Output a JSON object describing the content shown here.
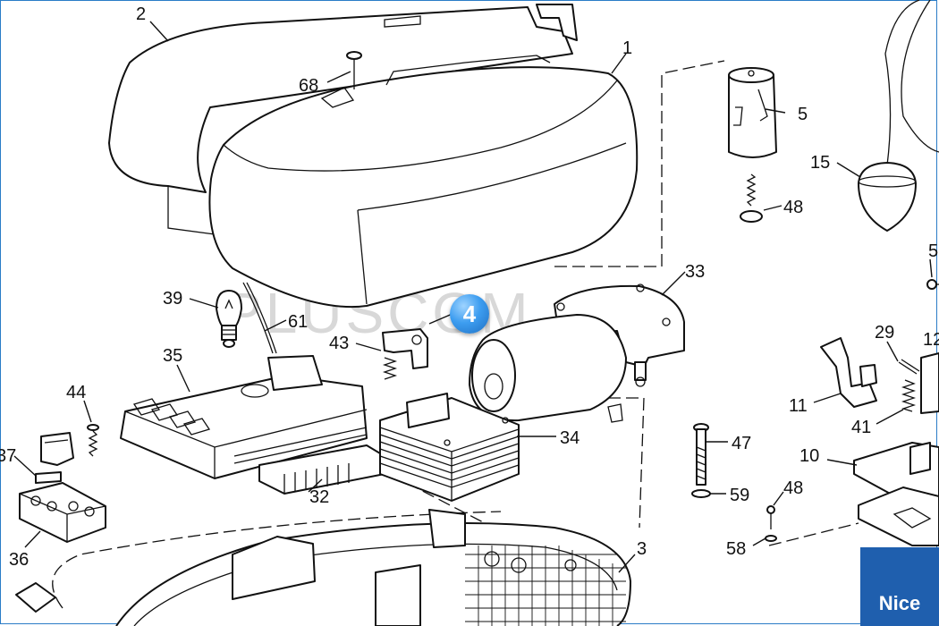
{
  "badge": {
    "text": "4",
    "color": "#3d9df0"
  },
  "brand": {
    "text": "Nice",
    "color": "#1f5fae"
  },
  "watermark": {
    "text": "PLUSCOM"
  },
  "frame_color": "#2a7cc7",
  "callouts": [
    {
      "id": "c2",
      "text": "2"
    },
    {
      "id": "c1",
      "text": "1"
    },
    {
      "id": "c68a",
      "text": "68"
    },
    {
      "id": "c5",
      "text": "5"
    },
    {
      "id": "c48a",
      "text": "48"
    },
    {
      "id": "c15",
      "text": "15"
    },
    {
      "id": "c5b",
      "text": "5"
    },
    {
      "id": "c39",
      "text": "39"
    },
    {
      "id": "c61",
      "text": "61"
    },
    {
      "id": "c43",
      "text": "43"
    },
    {
      "id": "c33",
      "text": "33"
    },
    {
      "id": "c35",
      "text": "35"
    },
    {
      "id": "c44",
      "text": "44"
    },
    {
      "id": "c37",
      "text": "37"
    },
    {
      "id": "c34",
      "text": "34"
    },
    {
      "id": "c32",
      "text": "32"
    },
    {
      "id": "c36",
      "text": "36"
    },
    {
      "id": "c47",
      "text": "47"
    },
    {
      "id": "c59",
      "text": "59"
    },
    {
      "id": "c48b",
      "text": "48"
    },
    {
      "id": "c58",
      "text": "58"
    },
    {
      "id": "c3",
      "text": "3"
    },
    {
      "id": "c29",
      "text": "29"
    },
    {
      "id": "c12",
      "text": "12"
    },
    {
      "id": "c11",
      "text": "11"
    },
    {
      "id": "c41",
      "text": "41"
    },
    {
      "id": "c10",
      "text": "10"
    }
  ]
}
